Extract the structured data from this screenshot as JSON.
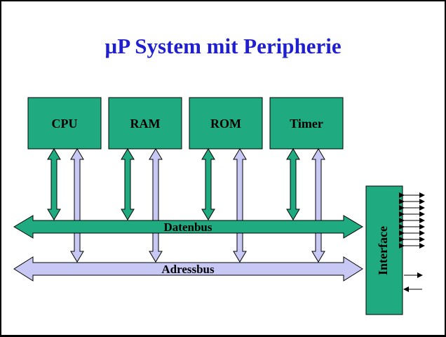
{
  "title": "µP System mit Peripherie",
  "blocks": {
    "cpu": "CPU",
    "ram": "RAM",
    "rom": "ROM",
    "timer": "Timer",
    "interface": "Interface"
  },
  "buses": {
    "data": "Datenbus",
    "address": "Adressbus"
  },
  "colors": {
    "title": "#1f1fd0",
    "block_fill": "#1faa80",
    "data_bus": "#1faa80",
    "address_bus": "#c8c8f5"
  }
}
